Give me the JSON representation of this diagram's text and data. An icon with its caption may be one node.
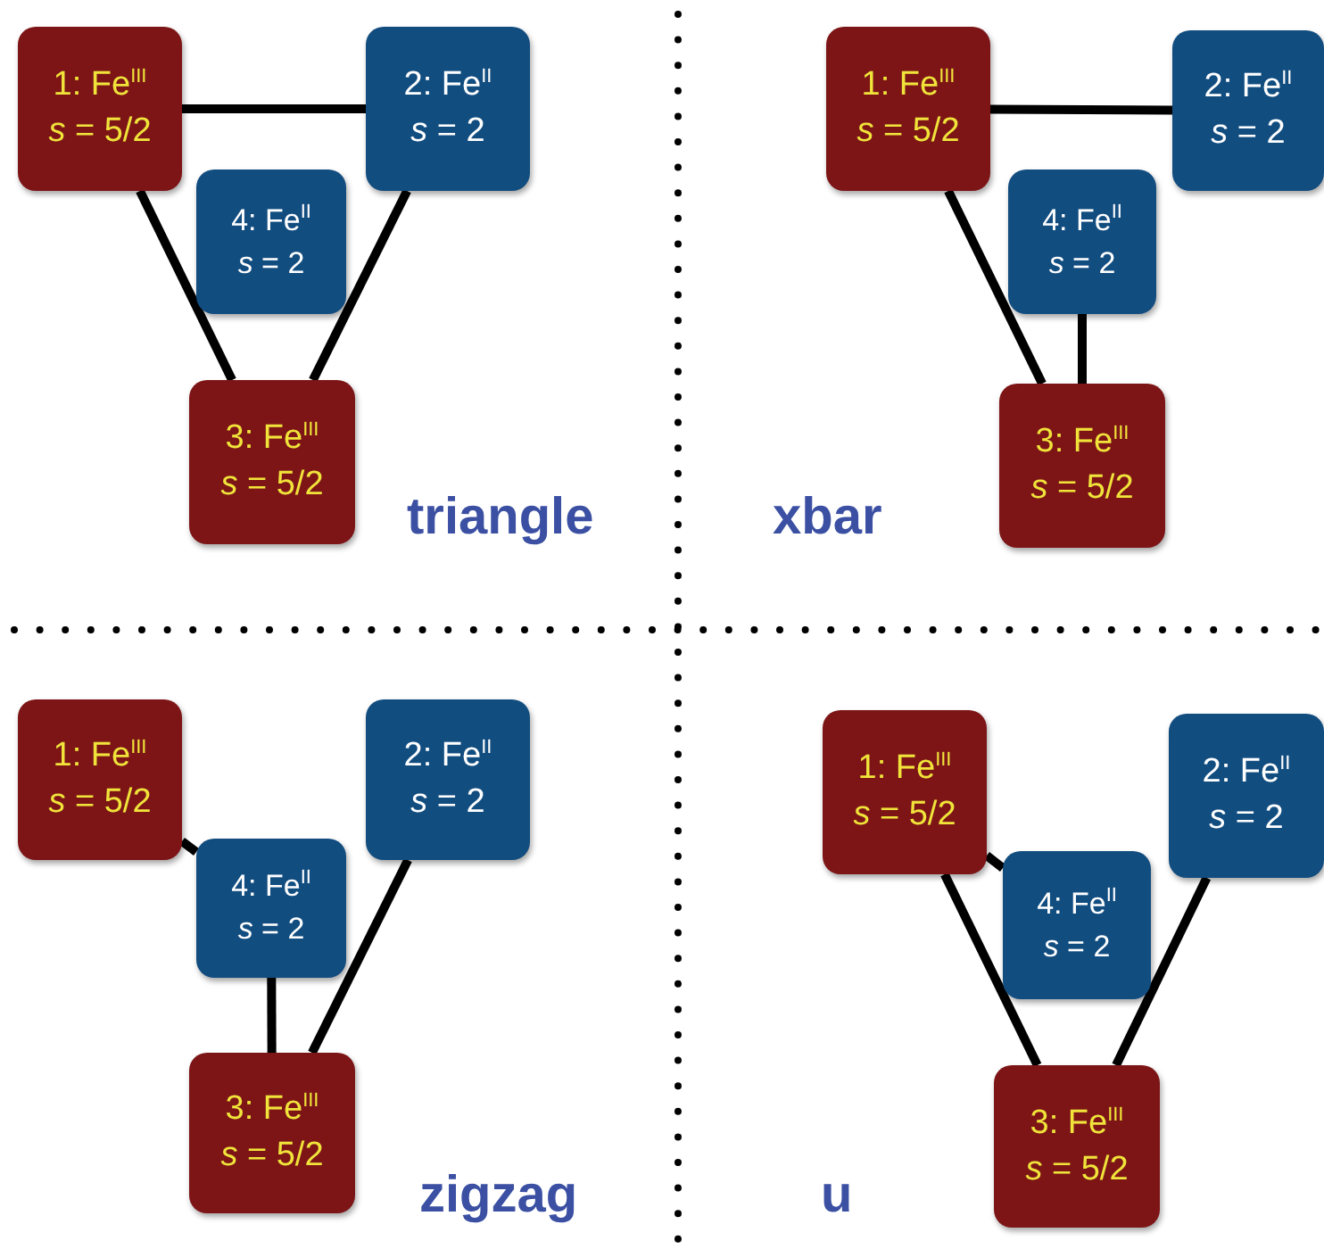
{
  "diagram": {
    "nodes": [
      {
        "text": [
          "1: Fe$^{III}$",
          "*s* = 5/2"
        ]
      },
      {
        "text": [
          "2: Fe$^{II}$",
          "*s* = 2"
        ]
      },
      {
        "text": [
          "4: Fe$^{II}$",
          "*s* = 2"
        ]
      },
      {
        "text": [
          "3: Fe$^{III}$",
          "*s* = 5/2"
        ]
      },
      {
        "text": [
          "1: Fe$^{III}$",
          "*s* = 5/2"
        ]
      },
      {
        "text": [
          "2: Fe$^{II}$",
          "*s* = 2"
        ]
      },
      {
        "text": [
          "4: Fe$^{II}$",
          "*s* = 2"
        ]
      },
      {
        "text": [
          "3: Fe$^{III}$",
          "*s* = 5/2"
        ]
      },
      {
        "text": [
          "1: Fe$^{III}$",
          "*s* = 5/2"
        ]
      },
      {
        "text": [
          "2: Fe$^{II}$",
          "*s* = 2"
        ]
      },
      {
        "text": [
          "4: Fe$^{II}$",
          "*s* = 2"
        ]
      },
      {
        "text": [
          "3: Fe$^{III}$",
          "*s* = 5/2"
        ]
      },
      {
        "text": [
          "1: Fe$^{III}$",
          "*s* = 5/2"
        ]
      },
      {
        "text": [
          "2: Fe$^{II}$",
          "*s* = 2"
        ]
      },
      {
        "text": [
          "4: Fe$^{II}$",
          "*s* = 2"
        ]
      },
      {
        "text": [
          "3: Fe$^{III}$",
          "*s* = 5/2"
        ]
      }
    ],
    "edges": [
      {
        "from": 0,
        "to": 1,
        "arrow": "none"
      },
      {
        "from": 0,
        "to": 3,
        "arrow": "none"
      },
      {
        "from": 1,
        "to": 3,
        "arrow": "none"
      },
      {
        "from": 4,
        "to": 5,
        "arrow": "none"
      },
      {
        "from": 4,
        "to": 7,
        "arrow": "none"
      },
      {
        "from": 6,
        "to": 7,
        "arrow": "none"
      },
      {
        "from": 8,
        "to": 10,
        "arrow": "none"
      },
      {
        "from": 10,
        "to": 11,
        "arrow": "none"
      },
      {
        "from": 9,
        "to": 11,
        "arrow": "none"
      },
      {
        "from": 12,
        "to": 14,
        "arrow": "none"
      },
      {
        "from": 12,
        "to": 15,
        "arrow": "none"
      },
      {
        "from": 13,
        "to": 15,
        "arrow": "none"
      }
    ],
    "labels": [
      "triangle",
      "xbar",
      "zigzag",
      "u"
    ]
  }
}
